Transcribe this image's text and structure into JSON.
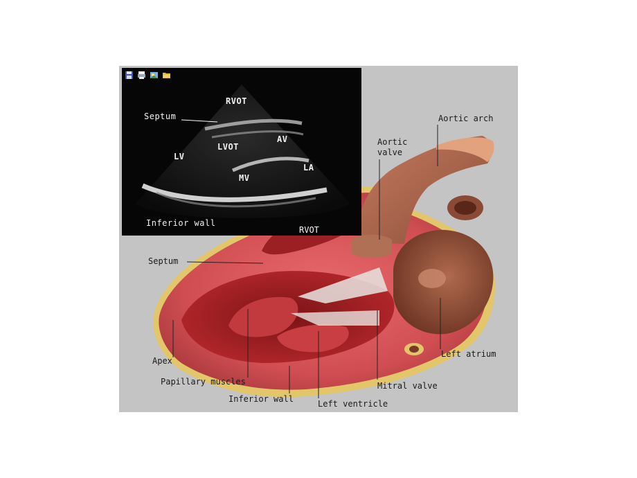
{
  "toolbar": {
    "icons": [
      "save-icon",
      "print-icon",
      "image-icon",
      "folder-icon"
    ]
  },
  "echo": {
    "labels": {
      "rvot": "RVOT",
      "septum": "Septum",
      "lvot": "LVOT",
      "av": "AV",
      "lv": "LV",
      "la": "LA",
      "mv": "MV",
      "inferior_wall": "Inferior wall"
    }
  },
  "heart": {
    "labels": {
      "aortic_arch": "Aortic arch",
      "aortic_valve_line1": "Aortic",
      "aortic_valve_line2": "valve",
      "rvot": "RVOT",
      "septum": "Septum",
      "apex": "Apex",
      "papillary_muscles": "Papillary muscles",
      "inferior_wall": "Inferior wall",
      "left_ventricle": "Left ventricle",
      "mitral_valve": "Mitral valve",
      "left_atrium": "Left atrium"
    }
  },
  "colors": {
    "figure_bg": "#c4c4c4",
    "echo_bg": "#060606",
    "myocardium": "#d9585c",
    "aorta": "#a8664e",
    "atrium": "#8a4a36",
    "fat": "#e3c66a"
  }
}
